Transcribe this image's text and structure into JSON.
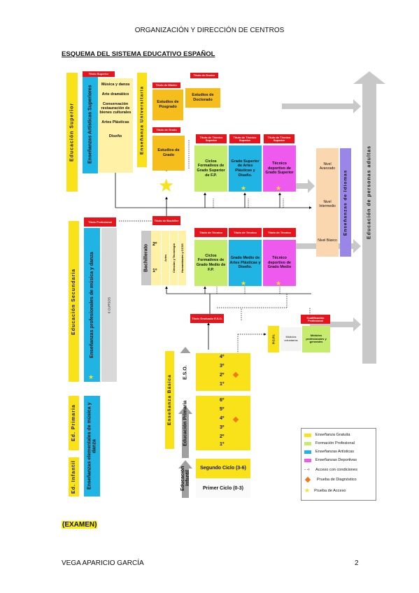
{
  "header": "ORGANIZACIÓN Y DIRECCIÓN DE CENTROS",
  "title": "ESQUEMA DEL SISTEMA EDUCATIVO ESPAÑOL",
  "labels": {
    "ed_superior": "Educación Superior",
    "ens_artisticas_sup": "Enseñanzas Artísticas Superiores",
    "ens_universitaria": "Enseñanza Universitaria",
    "ed_secundaria": "Educación Secundaria",
    "ens_prof_musica": "Enseñanzas profesionales de música y danza",
    "seis_cursos": "6 CURSOS",
    "ed_primaria": "Ed. Primaria",
    "ens_elem_musica": "Enseñanzas elementales de música y danza",
    "ed_infantil": "Ed. Infantil",
    "ens_basica": "Enseñanza Básica",
    "eso": "E.S.O.",
    "ed_primaria_inner": "Educación Primaria",
    "ed_infantil_inner": "Educación Infantil",
    "ens_idiomas": "Enseñanzas de Idiomas",
    "ed_adultas": "Educación de personas adultas",
    "bachillerato": "Bachillerato",
    "artes": "Artes",
    "ciencias": "Ciencias y Tecnología",
    "humanidades": "Humanidades y CCSS",
    "pcpi": "P.C.P.I.",
    "modulos_vol": "Módulos voluntarios",
    "modulos_prof": "Módulos profesionales y generales"
  },
  "artes_sup_items": [
    "Música y danza",
    "Arte dramático",
    "Conservación restauración de bienes culturales",
    "Artes Plásticas",
    "Diseño"
  ],
  "red_titles": {
    "titulo_superior": "Título Superior",
    "titulo_doctor": "Título de Doctor",
    "titulo_master": "Título de Máster",
    "titulo_grado": "Título de Grado",
    "tec_sup_1": "Título de Técnico Superior",
    "tec_sup_2": "Título de Técnico Superior",
    "tec_sup_3": "Título de Técnico Superior",
    "titulo_profesional": "Título Profesional",
    "titulo_bachiller": "Título de Bachiller",
    "tecnico_1": "Título de Técnico",
    "tecnico_2": "Título de Técnico",
    "tecnico_3": "Título de Técnico",
    "graduado_eso": "Título Graduado E.S.O.",
    "cualificacion": "Cualificación Profesional"
  },
  "boxes": {
    "estudios_doctorado": "Estudios de Doctorado",
    "estudios_posgrado": "Estudios de Posgrado",
    "estudios_grado": "Estudios de Grado",
    "cf_sup": "Ciclos Formativos de Grado Superior de F.P.",
    "grado_sup_artes": "Grado Superior de Artes Plásticas y Diseño.",
    "tec_deport_sup": "Técnico deportivo de Grado Superior",
    "cf_medio": "Ciclos Formativos de Grado Medio de F.P.",
    "grado_medio_artes": "Grado Medio de Artes Plásticas y Diseño.",
    "tec_deport_medio": "Técnico deportivo de Grado Medio",
    "nivel_avanzado": "Nivel Avanzado",
    "nivel_intermedio": "Nivel Intermedio",
    "nivel_basico": "Nivel Básico",
    "segundo_ciclo": "Segundo Ciclo (3-6)",
    "primer_ciclo": "Primer Ciclo (0-3)"
  },
  "bach_years": [
    "2º",
    "1º"
  ],
  "eso_years": [
    "4º",
    "3º",
    "2º",
    "1º"
  ],
  "primaria_years": [
    "6º",
    "5º",
    "4º",
    "3º",
    "2º",
    "1º"
  ],
  "legend": [
    {
      "label": "Enseñanza Gratuita",
      "color": "#f9e21a"
    },
    {
      "label": "Formación Profesional",
      "color": "#c5ec6c"
    },
    {
      "label": "Enseñanzas Artísticas",
      "color": "#1fb4e4"
    },
    {
      "label": "Enseñanzas Deportivas",
      "color": "#ee5aee"
    },
    {
      "label": "Acceso con condiciones",
      "color": ""
    },
    {
      "label": "Prueba de Diagnóstico",
      "color": "#f07a1a"
    },
    {
      "label": "Prueba de Acceso",
      "color": "#f9e21a"
    }
  ],
  "examen": "(EXAMEN)",
  "footer_name": "VEGA APARICIO GARCÍA",
  "page_number": "2"
}
